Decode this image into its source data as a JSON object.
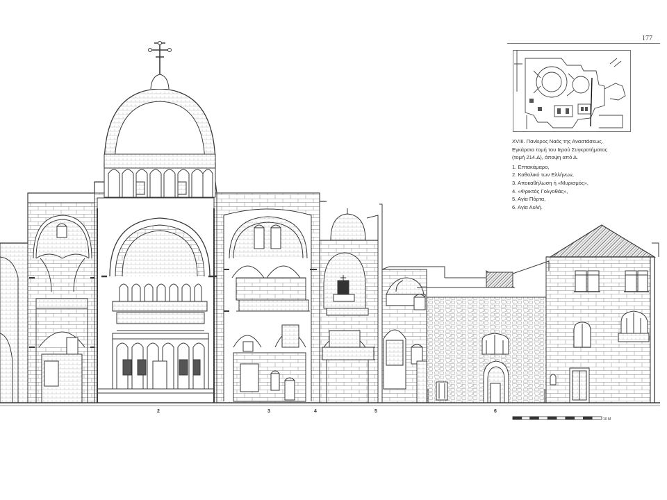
{
  "page_number": "177",
  "caption": {
    "lines": [
      "XVIII. Πανίερος Ναός της Αναστάσεως.",
      "Εγκάρσια τομή του Ιερού Συγκροτήματος",
      "(τομή 214.Δ), άποψη από Δ."
    ],
    "items": [
      "1. Επτακάμαρο,",
      "2. Καθολικό των Ελλήνων,",
      "3. Αποκαθήλωση ή «Μυρισμός»,",
      "4. «Φρικτός Γολγοθάς»,",
      "5. Αγία Πόρτα,",
      "6. Αγία Αυλή."
    ]
  },
  "section_labels": [
    "2",
    "3",
    "4",
    "5",
    "6"
  ],
  "scale_bar": {
    "unit_label": "10 M"
  },
  "colors": {
    "line": "#3a3a3a",
    "paper": "#ffffff"
  }
}
